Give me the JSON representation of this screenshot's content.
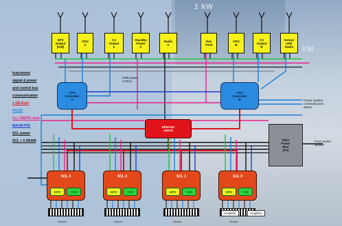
{
  "background_words": [
    "1 kW",
    "kW"
  ],
  "top_modules": [
    {
      "label": "SPS\nOutput\n(KW)"
    },
    {
      "label": "CPU\nA"
    },
    {
      "label": "C3\nOutput\nA"
    },
    {
      "label": "Standby\nPower\nA"
    },
    {
      "label": "Radio\nA"
    },
    {
      "label": "Nav\nFeed"
    },
    {
      "label": "CPU\nB"
    },
    {
      "label": "C3\nOutput\nB"
    },
    {
      "label": "Sensor\nwith\nRadio"
    }
  ],
  "cpu_a": {
    "label": "CPU\nController\nA"
  },
  "cpu_b": {
    "label": "CPU\nController\nB"
  },
  "ethernet": {
    "label": "Ethernet\nswitch"
  },
  "main_power": {
    "label": "Main\nPower\nBox\n(PV)"
  },
  "sec_power_note": "HSB power\ncontrol",
  "power_cmd_note": "Power system\ncommand and\nstatus",
  "from_power_note": "From power\nsystem",
  "legend": [
    {
      "label": "Instrument",
      "color": "#111111"
    },
    {
      "label": "signal & power",
      "color": "#111111"
    },
    {
      "label": "and control bus",
      "color": "#111111"
    },
    {
      "label": "communication",
      "color": "#111111"
    },
    {
      "label": "1 GB Enet",
      "color": "#e0131b"
    },
    {
      "label": "RS232",
      "color": "#1a7fd8"
    },
    {
      "label": "Cu / SIB/PD mod",
      "color": "#e8208a"
    },
    {
      "label": "MA/48 PPS",
      "color": "#1a3fd0"
    },
    {
      "label": "SCL power",
      "color": "#111111"
    },
    {
      "label": "SCL + 6 SRAM",
      "color": "#111111"
    }
  ],
  "scl_units": [
    {
      "label": "SCL 3",
      "left": "GPS",
      "right": "TxD"
    },
    {
      "label": "SCL 2",
      "left": "GPS",
      "right": "TxD"
    },
    {
      "label": "SCL 1",
      "left": "GPS",
      "right": "TxD"
    },
    {
      "label": "SCL 0",
      "left": "GPS",
      "right": "TxD"
    }
  ],
  "bottom_labels": [
    "Sensor",
    "Sensor",
    "Sensor",
    "Sensor"
  ],
  "bottom_extra": [
    "Amplifier",
    "Amplifier"
  ],
  "colors": {
    "red_bus": "#e0131b",
    "blue_bus": "#1a7fd8",
    "pink_bus": "#e8208a",
    "green_bus": "#24c53a",
    "dark_bus": "#1a1a1a",
    "navy_bus": "#1a3fd0",
    "yellow_module": "#f6f21a"
  }
}
